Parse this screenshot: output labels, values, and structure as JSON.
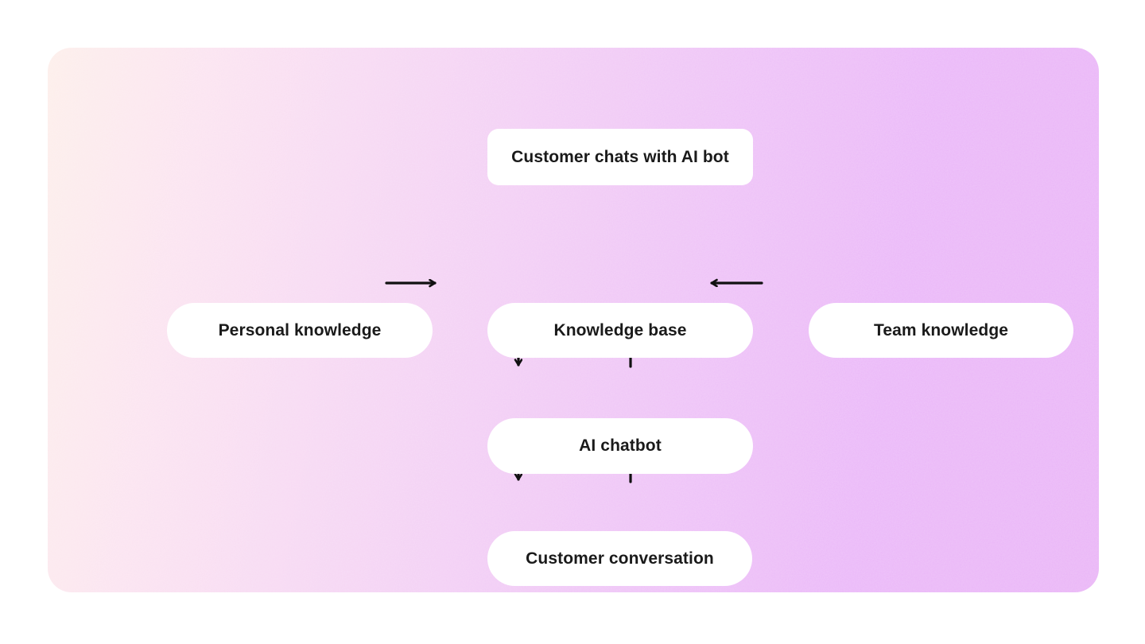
{
  "diagram": {
    "title_node": {
      "label": "Customer chats with AI bot"
    },
    "nodes": {
      "personal": {
        "label": "Personal knowledge"
      },
      "kb": {
        "label": "Knowledge base"
      },
      "team": {
        "label": "Team knowledge"
      },
      "chatbot": {
        "label": "AI chatbot"
      },
      "conversation": {
        "label": "Customer conversation"
      }
    },
    "edges": [
      {
        "from": "personal",
        "to": "kb",
        "direction": "right"
      },
      {
        "from": "team",
        "to": "kb",
        "direction": "left"
      },
      {
        "from": "kb",
        "to": "chatbot",
        "direction": "down"
      },
      {
        "from": "chatbot",
        "to": "kb",
        "direction": "up"
      },
      {
        "from": "chatbot",
        "to": "conversation",
        "direction": "down"
      },
      {
        "from": "conversation",
        "to": "chatbot",
        "direction": "up"
      }
    ],
    "colors": {
      "page_background": "#ffffff",
      "card_gradient_left": "#fdeeea",
      "card_gradient_mid": "#f6d7f3",
      "card_gradient_right": "#e9b3f6",
      "node_background": "#ffffff",
      "text": "#1a1a1a",
      "arrow": "#111111"
    }
  }
}
